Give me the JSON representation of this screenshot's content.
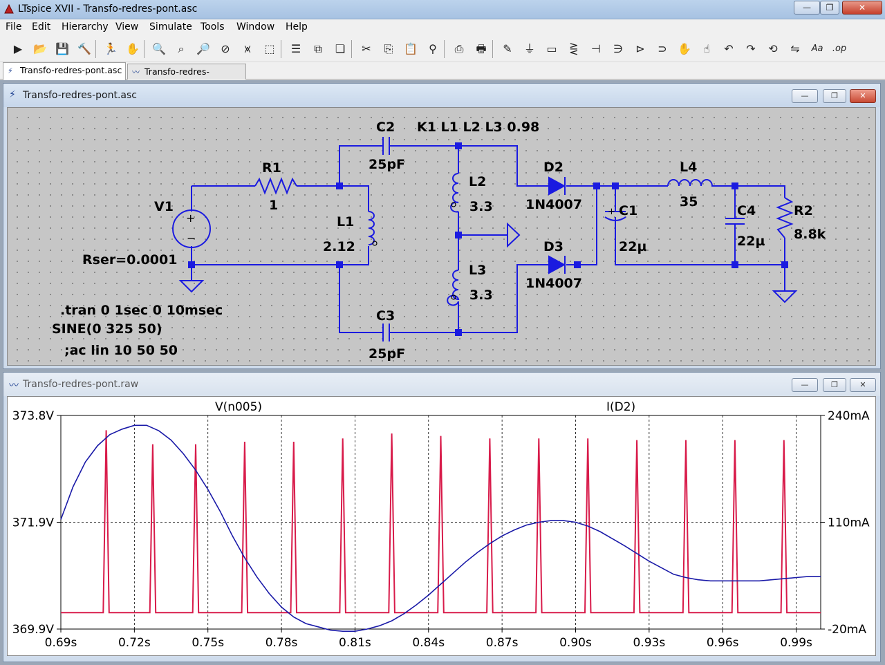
{
  "app": {
    "title": "LTspice XVII - Transfo-redres-pont.asc",
    "window_controls": {
      "minimize": "—",
      "maximize": "❐",
      "close": "✕"
    }
  },
  "menu": [
    "File",
    "Edit",
    "Hierarchy",
    "View",
    "Simulate",
    "Tools",
    "Window",
    "Help"
  ],
  "toolbar": {
    "icons": [
      "run-icon",
      "open-icon",
      "save-icon",
      "control-panel-icon",
      "run-sim-icon",
      "halt-icon",
      "zoom-in-icon",
      "zoom-pan-icon",
      "zoom-out-icon",
      "zoom-fit-icon",
      "autorange-icon",
      "zoom-cancel-icon",
      "tile-horizontal-icon",
      "tile-vertical-icon",
      "cascade-icon",
      "cut-icon",
      "copy-icon",
      "paste-icon",
      "find-icon",
      "print-icon",
      "print-setup-icon",
      "draw-wire-icon",
      "ground-icon",
      "label-net-icon",
      "resistor-icon",
      "capacitor-icon",
      "inductor-icon",
      "diode-icon",
      "component-icon",
      "move-icon",
      "drag-icon",
      "undo-icon",
      "redo-icon",
      "rotate-icon",
      "mirror-icon",
      "text-icon",
      "spice-directive-icon"
    ],
    "glyphs": {
      "text-icon": "Aa",
      "spice-directive-icon": ".op"
    }
  },
  "tabs": [
    {
      "label": "Transfo-redres-pont.asc",
      "active": true
    },
    {
      "label": "Transfo-redres-pont.raw",
      "active": false
    }
  ],
  "schematic": {
    "title": "Transfo-redres-pont.asc",
    "labels": {
      "c2": "C2",
      "c2_val": "25pF",
      "k1": "K1 L1 L2 L3 0.98",
      "r1": "R1",
      "r1_val": "1",
      "l1": "L1",
      "l1_val": "2.12",
      "l2": "L2",
      "l2_val": "3.3",
      "l3": "L3",
      "l3_val": "3.3",
      "v1": "V1",
      "v1_rser": "Rser=0.0001",
      "d2": "D2",
      "d2_val": "1N4007",
      "d3": "D3",
      "d3_val": "1N4007",
      "c1": "C1",
      "c1_val": "22µ",
      "l4": "L4",
      "l4_val": "35",
      "c4": "C4",
      "c4_val": "22µ",
      "r2": "R2",
      "r2_val": "8.8k",
      "c3": "C3",
      "c3_val": "25pF",
      "tran": ".tran 0 1sec 0 10msec",
      "sine": "SINE(0 325 50)",
      "ac": ";ac lin 10 50 50"
    }
  },
  "plot": {
    "title": "Transfo-redres-pont.raw",
    "colors": {
      "v": "#1a1aa8",
      "i": "#d81b4a",
      "grid": "#000"
    }
  },
  "chart_data": {
    "type": "line",
    "x_ticks": [
      "0.69s",
      "0.72s",
      "0.75s",
      "0.78s",
      "0.81s",
      "0.84s",
      "0.87s",
      "0.90s",
      "0.93s",
      "0.96s",
      "0.99s"
    ],
    "xlim": [
      0.69,
      1.0
    ],
    "y_left_ticks": [
      "373.8V",
      "371.9V",
      "369.9V"
    ],
    "y_left_lim": [
      369.9,
      373.8
    ],
    "y_right_ticks": [
      "240mA",
      "110mA",
      "-20mA"
    ],
    "y_right_lim": [
      -20,
      240
    ],
    "series": [
      {
        "name": "V(n005)",
        "axis": "left",
        "x": [
          0.69,
          0.695,
          0.7,
          0.705,
          0.71,
          0.715,
          0.72,
          0.725,
          0.73,
          0.735,
          0.74,
          0.745,
          0.75,
          0.755,
          0.76,
          0.765,
          0.77,
          0.775,
          0.78,
          0.785,
          0.79,
          0.795,
          0.8,
          0.805,
          0.81,
          0.815,
          0.82,
          0.825,
          0.83,
          0.835,
          0.84,
          0.845,
          0.85,
          0.855,
          0.86,
          0.865,
          0.87,
          0.875,
          0.88,
          0.885,
          0.89,
          0.895,
          0.9,
          0.905,
          0.91,
          0.915,
          0.92,
          0.925,
          0.93,
          0.935,
          0.94,
          0.945,
          0.95,
          0.955,
          0.96,
          0.965,
          0.97,
          0.975,
          0.98,
          0.985,
          0.99,
          0.995,
          1.0
        ],
        "values": [
          371.9,
          372.5,
          372.95,
          373.25,
          373.45,
          373.55,
          373.62,
          373.62,
          373.52,
          373.35,
          373.1,
          372.8,
          372.45,
          372.05,
          371.6,
          371.2,
          370.85,
          370.55,
          370.3,
          370.12,
          370.0,
          369.94,
          369.88,
          369.86,
          369.86,
          369.9,
          369.96,
          370.05,
          370.18,
          370.34,
          370.52,
          370.72,
          370.92,
          371.12,
          371.3,
          371.46,
          371.6,
          371.71,
          371.8,
          371.85,
          371.88,
          371.88,
          371.85,
          371.78,
          371.68,
          371.55,
          371.42,
          371.28,
          371.14,
          371.02,
          370.9,
          370.84,
          370.8,
          370.78,
          370.78,
          370.78,
          370.78,
          370.78,
          370.8,
          370.82,
          370.84,
          370.86,
          370.86
        ]
      },
      {
        "name": "I(D2)",
        "axis": "right",
        "pulses": [
          {
            "t": 0.7085,
            "peak": 222
          },
          {
            "t": 0.7275,
            "peak": 205
          },
          {
            "t": 0.745,
            "peak": 205
          },
          {
            "t": 0.765,
            "peak": 208
          },
          {
            "t": 0.785,
            "peak": 208
          },
          {
            "t": 0.805,
            "peak": 212
          },
          {
            "t": 0.825,
            "peak": 218
          },
          {
            "t": 0.845,
            "peak": 215
          },
          {
            "t": 0.865,
            "peak": 212
          },
          {
            "t": 0.885,
            "peak": 212
          },
          {
            "t": 0.905,
            "peak": 212
          },
          {
            "t": 0.925,
            "peak": 210
          },
          {
            "t": 0.945,
            "peak": 210
          },
          {
            "t": 0.965,
            "peak": 210
          },
          {
            "t": 0.985,
            "peak": 210
          }
        ],
        "baseline": 0
      }
    ],
    "grid": true
  }
}
